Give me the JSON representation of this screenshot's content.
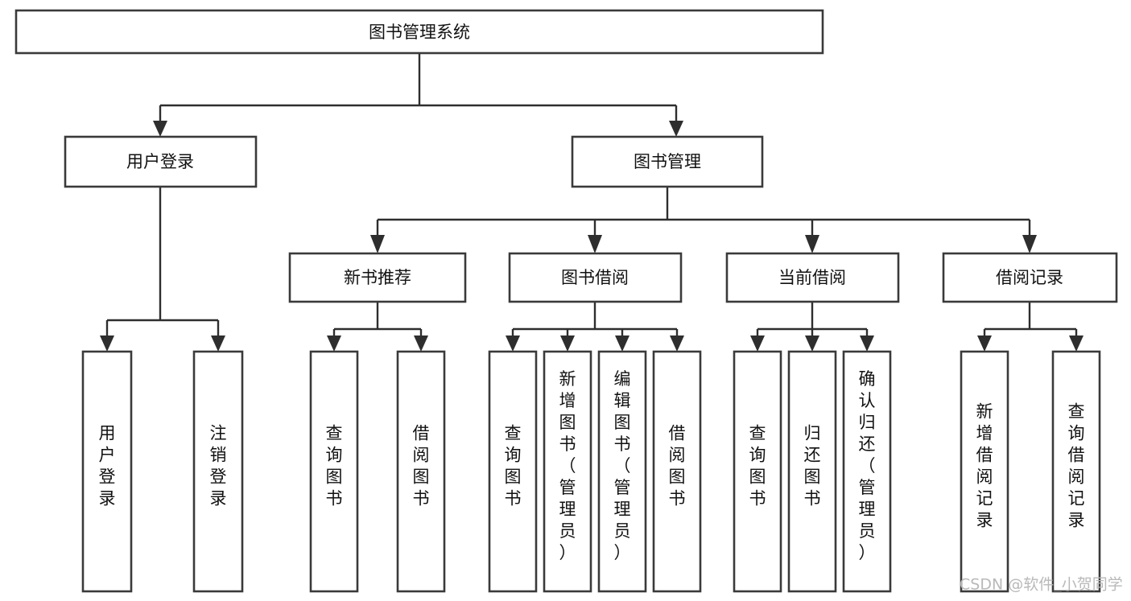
{
  "diagram": {
    "type": "tree",
    "title": "图书管理系统",
    "orientation": "top-down",
    "background_color": "#ffffff",
    "box_stroke_color": "#3a3a3a",
    "connector_color": "#2e2e2e",
    "text_color": "#111111",
    "root": {
      "id": "root",
      "label": "图书管理系统",
      "text_orientation": "horizontal"
    },
    "level2": [
      {
        "id": "user-login",
        "label": "用户登录",
        "text_orientation": "horizontal"
      },
      {
        "id": "book-manage",
        "label": "图书管理",
        "text_orientation": "horizontal"
      }
    ],
    "level3": [
      {
        "id": "new-book-recommend",
        "label": "新书推荐",
        "parent": "book-manage",
        "text_orientation": "horizontal"
      },
      {
        "id": "book-borrow",
        "label": "图书借阅",
        "parent": "book-manage",
        "text_orientation": "horizontal"
      },
      {
        "id": "current-borrow",
        "label": "当前借阅",
        "parent": "book-manage",
        "text_orientation": "horizontal"
      },
      {
        "id": "borrow-record",
        "label": "借阅记录",
        "parent": "book-manage",
        "text_orientation": "horizontal"
      }
    ],
    "leaves": [
      {
        "id": "leaf-user-login",
        "parent": "user-login",
        "lines": [
          "用",
          "户",
          "登",
          "录"
        ],
        "text_orientation": "vertical"
      },
      {
        "id": "leaf-logout",
        "parent": "user-login",
        "lines": [
          "注",
          "销",
          "登",
          "录"
        ],
        "text_orientation": "vertical"
      },
      {
        "id": "leaf-query-book-1",
        "parent": "new-book-recommend",
        "lines": [
          "查",
          "询",
          "图",
          "书"
        ],
        "text_orientation": "vertical"
      },
      {
        "id": "leaf-borrow-book-1",
        "parent": "new-book-recommend",
        "lines": [
          "借",
          "阅",
          "图",
          "书"
        ],
        "text_orientation": "vertical"
      },
      {
        "id": "leaf-query-book-2",
        "parent": "book-borrow",
        "lines": [
          "查",
          "询",
          "图",
          "书"
        ],
        "text_orientation": "vertical"
      },
      {
        "id": "leaf-add-book-admin",
        "parent": "book-borrow",
        "lines": [
          "新",
          "增",
          "图",
          "书",
          "（",
          "管",
          "理",
          "员",
          "）"
        ],
        "text_orientation": "vertical"
      },
      {
        "id": "leaf-edit-book-admin",
        "parent": "book-borrow",
        "lines": [
          "编",
          "辑",
          "图",
          "书",
          "（",
          "管",
          "理",
          "员",
          "）"
        ],
        "text_orientation": "vertical"
      },
      {
        "id": "leaf-borrow-book-2",
        "parent": "book-borrow",
        "lines": [
          "借",
          "阅",
          "图",
          "书"
        ],
        "text_orientation": "vertical"
      },
      {
        "id": "leaf-query-book-3",
        "parent": "current-borrow",
        "lines": [
          "查",
          "询",
          "图",
          "书"
        ],
        "text_orientation": "vertical"
      },
      {
        "id": "leaf-return-book",
        "parent": "current-borrow",
        "lines": [
          "归",
          "还",
          "图",
          "书"
        ],
        "text_orientation": "vertical"
      },
      {
        "id": "leaf-confirm-return-admin",
        "parent": "current-borrow",
        "lines": [
          "确",
          "认",
          "归",
          "还",
          "（",
          "管",
          "理",
          "员",
          "）"
        ],
        "text_orientation": "vertical"
      },
      {
        "id": "leaf-add-borrow-record",
        "parent": "borrow-record",
        "lines": [
          "新",
          "增",
          "借",
          "阅",
          "记",
          "录"
        ],
        "text_orientation": "vertical"
      },
      {
        "id": "leaf-query-borrow-record",
        "parent": "borrow-record",
        "lines": [
          "查",
          "询",
          "借",
          "阅",
          "记",
          "录"
        ],
        "text_orientation": "vertical"
      }
    ]
  },
  "watermark": {
    "text": "CSDN @软件_小贺同学",
    "color": "#b9b9b9"
  }
}
